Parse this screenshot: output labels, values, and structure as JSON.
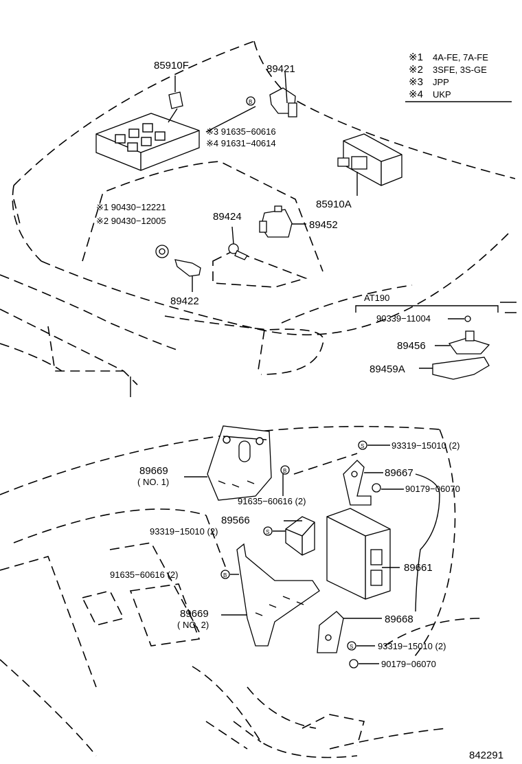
{
  "legend": [
    {
      "mark": "※1",
      "text": "4A-FE, 7A-FE"
    },
    {
      "mark": "※2",
      "text": "3SFE, 3S-GE"
    },
    {
      "mark": "※3",
      "text": "JPP"
    },
    {
      "mark": "※4",
      "text": "UKP"
    }
  ],
  "top": {
    "p85910F": "85910F",
    "p89421": "89421",
    "m3": "※3 91635−60616",
    "m4": "※4 91631−40614",
    "p85910A": "85910A",
    "s1": "※1 90430−12221",
    "s2": "※2 90430−12005",
    "p89424": "89424",
    "p89452": "89452",
    "p89422": "89422",
    "at190": "AT190",
    "p90339": "90339−11004",
    "p89456": "89456",
    "p89459A": "89459A"
  },
  "bottom": {
    "p93319a": "93319−15010 (2)",
    "p89669a": "89669",
    "p89669a_no": "( NO. 1)",
    "p89667": "89667",
    "p90179a": "90179−06070",
    "p91635a": "91635−60616 (2)",
    "p89566": "89566",
    "p93319b": "93319−15010 (2)",
    "p89661": "89661",
    "p91635b": "91635−60616 (2)",
    "p89669b": "89669",
    "p89669b_no": "( NO. 2)",
    "p89668": "89668",
    "p93319c": "93319−15010 (2)",
    "p90179b": "90179−06070"
  },
  "footer": {
    "code": "842291"
  },
  "icons": {
    "b": "B",
    "s": "S"
  }
}
